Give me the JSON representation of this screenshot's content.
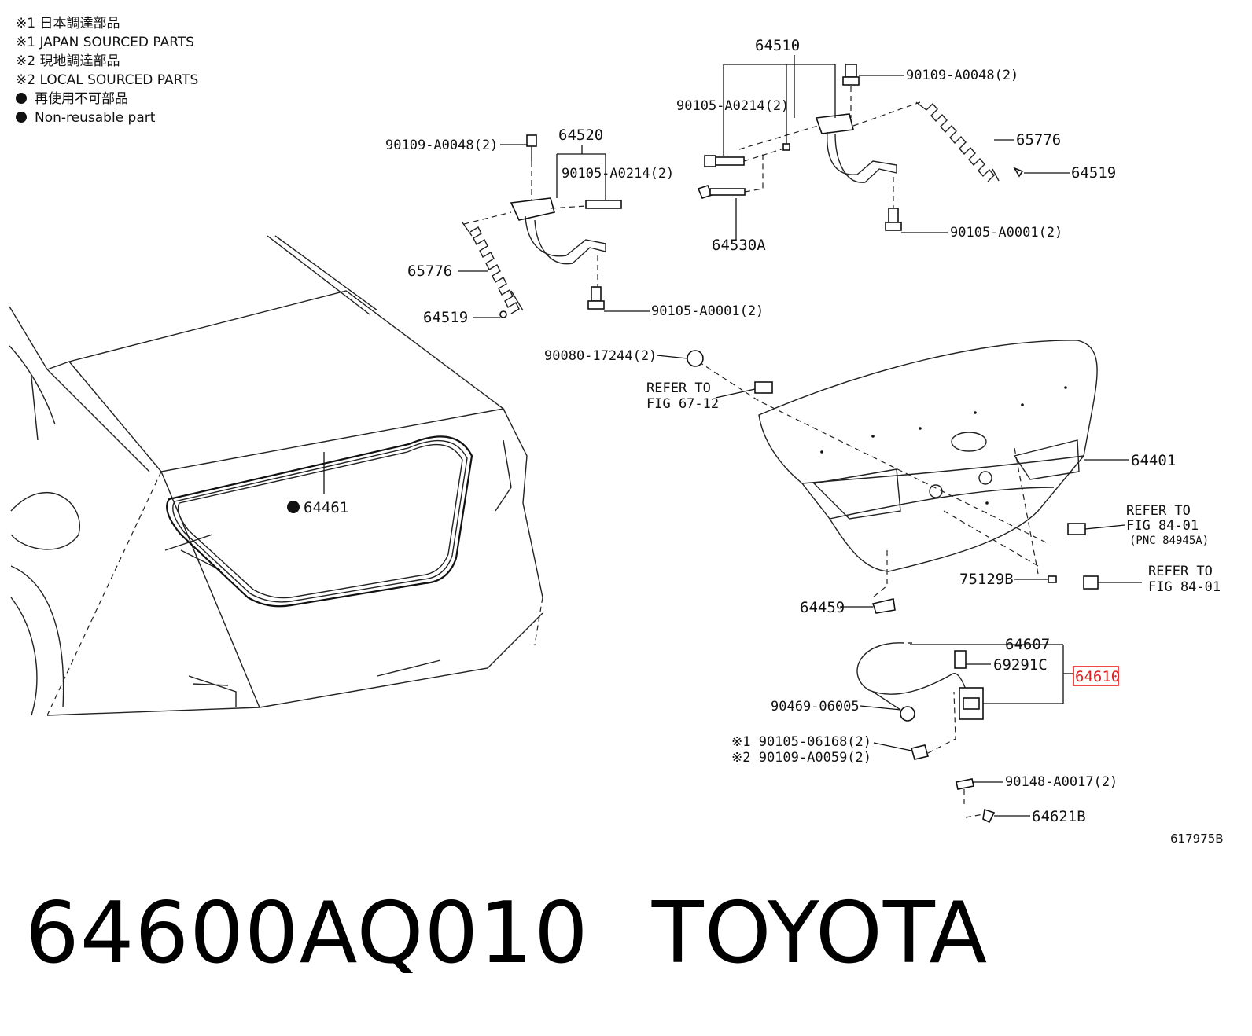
{
  "legend": {
    "line1": "※1 日本調達部品",
    "line2": "※1 JAPAN SOURCED PARTS",
    "line3": "※2 現地調達部品",
    "line4": "※2 LOCAL SOURCED PARTS",
    "line5": "再使用不可部品",
    "line6": "Non-reusable part"
  },
  "labels": {
    "p64510": "64510",
    "p90109_a0048_top": "90109-A0048(2)",
    "p90105_a0214_top": "90105-A0214(2)",
    "p65776_right": "65776",
    "p64519_right": "64519",
    "p90105_a0001_right": "90105-A0001(2)",
    "p64530a": "64530A",
    "p90109_a0048_left": "90109-A0048(2)",
    "p64520": "64520",
    "p90105_a0214_left": "90105-A0214(2)",
    "p65776_left": "65776",
    "p64519_left": "64519",
    "p90105_a0001_left": "90105-A0001(2)",
    "p90080": "90080-17244(2)",
    "refer1_a": "REFER TO",
    "refer1_b": "FIG 67-12",
    "p64461": "64461",
    "p64401": "64401",
    "refer2_a": "REFER TO",
    "refer2_b": "FIG 84-01",
    "refer2_c": "(PNC 84945A)",
    "refer3_a": "REFER TO",
    "refer3_b": "FIG 84-01",
    "p75129b": "75129B",
    "p64459": "64459",
    "p64607": "64607",
    "p69291c": "69291C",
    "p64610": "64610",
    "p90469": "90469-06005",
    "p90105_06168": "※1 90105-06168(2)",
    "p90109_a0059": "※2 90109-A0059(2)",
    "p90148": "90148-A0017(2)",
    "p64621b": "64621B"
  },
  "doc_id": "617975B",
  "caption": {
    "part_number": "64600AQ010",
    "brand": "TOYOTA"
  },
  "colors": {
    "highlight": "#e33333",
    "line": "#222222"
  }
}
